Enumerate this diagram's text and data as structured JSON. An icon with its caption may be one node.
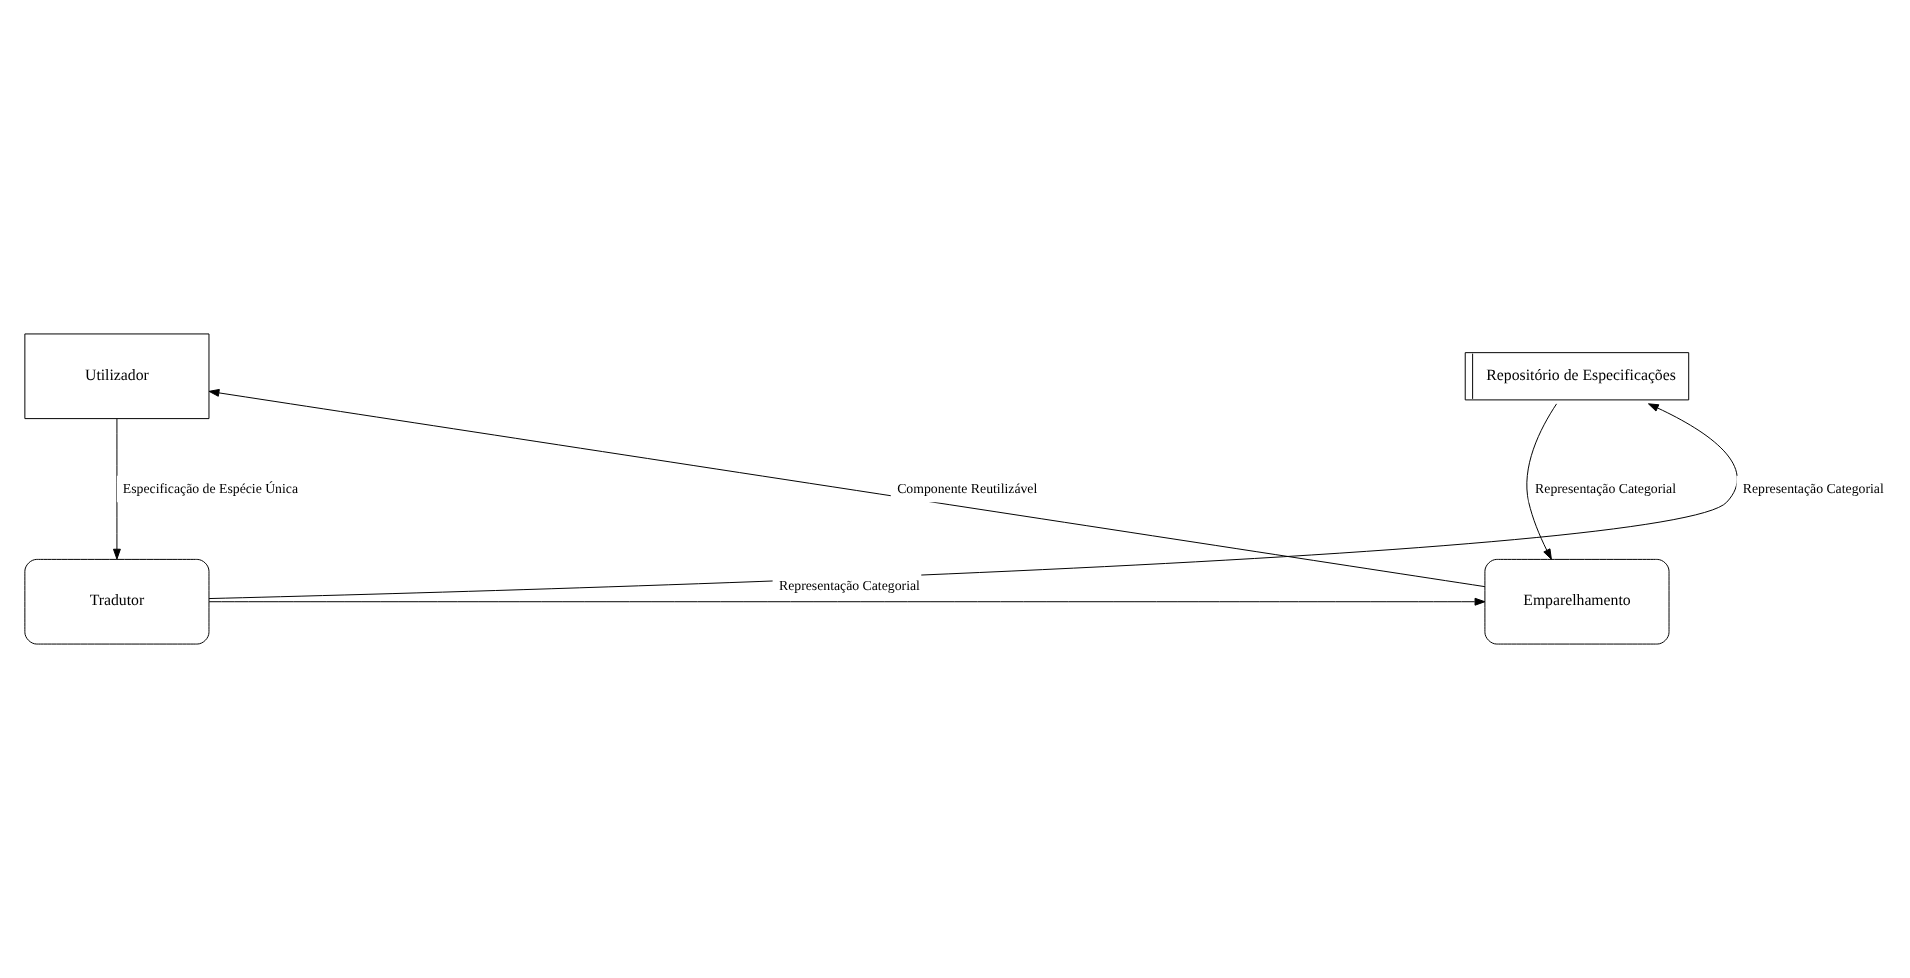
{
  "diagram": {
    "nodes": [
      {
        "text": [
          "Utilizador"
        ]
      },
      {
        "text": [
          "Repositório de Especificações"
        ]
      },
      {
        "text": [
          "Tradutor"
        ]
      },
      {
        "text": [
          "Emparelhamento"
        ]
      }
    ],
    "edges": [
      {
        "from": 0,
        "to": 2,
        "arrow": "to",
        "label": "Especificação de Espécie Única"
      },
      {
        "from": 2,
        "to": 1,
        "arrow": "to",
        "label": "Representação Categorial"
      },
      {
        "from": 1,
        "to": 3,
        "arrow": "to",
        "label": "Representação Categorial"
      },
      {
        "from": 3,
        "to": 0,
        "arrow": "to",
        "label": "Componente Reutilizável"
      },
      {
        "from": 2,
        "to": 3,
        "arrow": "to",
        "label": "Representação Categorial"
      }
    ]
  }
}
